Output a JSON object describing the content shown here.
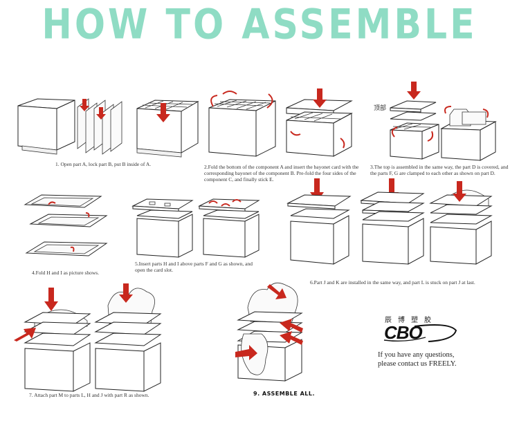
{
  "page": {
    "title": "HOW TO ASSEMBLE"
  },
  "steps": [
    {
      "caption": "1. Open part A, lock part B, put B inside of A."
    },
    {
      "caption": "2.Fold the bottom of the component A and insert the bayonet card with the corresponding bayonet of the component B. Pre-fold the four sides of the component C, and finally stick E."
    },
    {
      "caption": "3.The top is assembled in the same way, the part D is covered, and the parts F, G are clamped to each other as shown on part D."
    },
    {
      "caption": "4.Fold H and I as picture shows."
    },
    {
      "caption": "5.Insert parts H and I above parts F and G as shown, and open the card slot."
    },
    {
      "caption": "6.Part J and K are installed in the same way, and part L is stuck on part J at last."
    },
    {
      "caption": "7. Attach part M to parts L, H and J with part R as shown."
    },
    {
      "caption": "9. ASSEMBLE ALL."
    }
  ],
  "labels": {
    "top_label": "顶部"
  },
  "brand": {
    "chinese": "辰博塑胶",
    "logo_text": "CBO"
  },
  "contact": {
    "line1": "If you have any questions,",
    "line2": "please contact us FREELY."
  },
  "colors": {
    "title": "#8fdcc4",
    "arrow": "#c8281e"
  }
}
